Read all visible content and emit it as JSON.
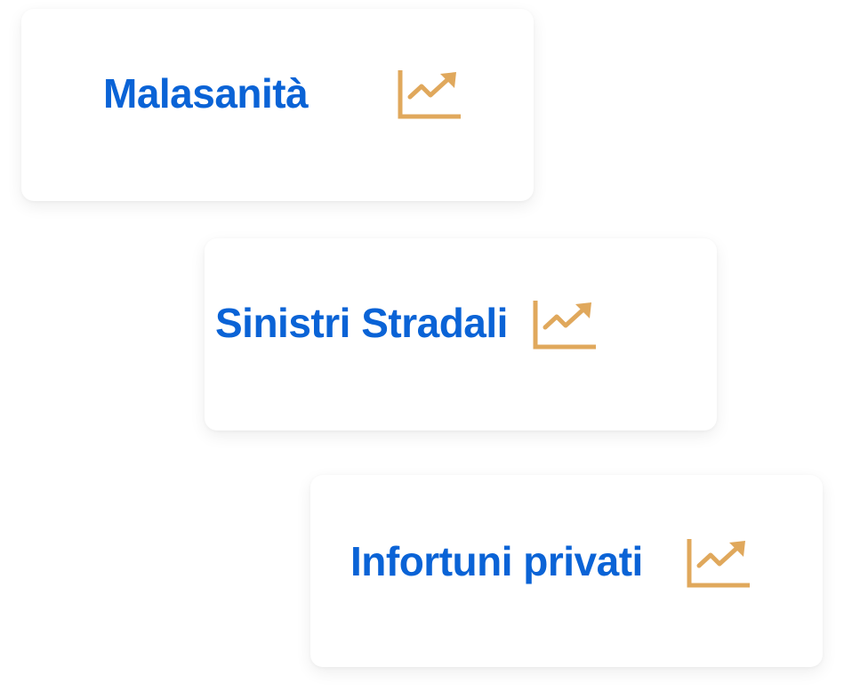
{
  "colors": {
    "label": "#0a63d6",
    "icon": "#e0a85c",
    "card_background": "#ffffff"
  },
  "cards": [
    {
      "label": "Malasanità",
      "icon": "trending-up-chart-icon"
    },
    {
      "label": "Sinistri Stradali",
      "icon": "trending-up-chart-icon"
    },
    {
      "label": "Infortuni privati",
      "icon": "trending-up-chart-icon"
    }
  ]
}
